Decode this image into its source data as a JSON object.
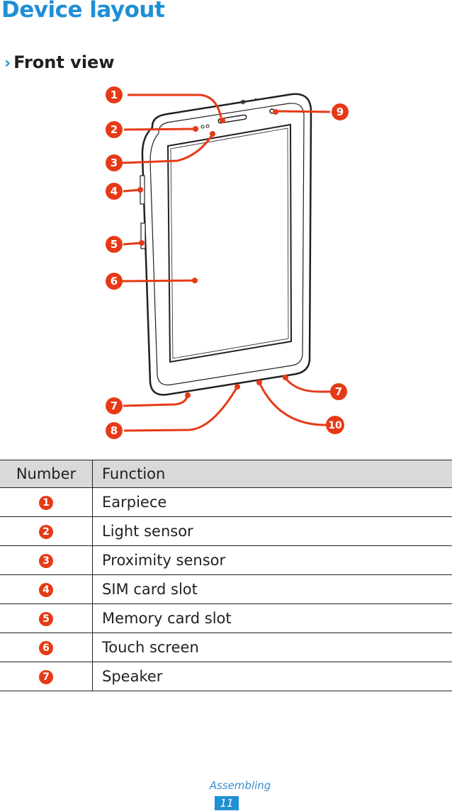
{
  "header": {
    "title": "Device layout"
  },
  "section": {
    "chevron": "›",
    "title": "Front view"
  },
  "diagram": {
    "callouts": [
      {
        "number": "1"
      },
      {
        "number": "2"
      },
      {
        "number": "3"
      },
      {
        "number": "4"
      },
      {
        "number": "5"
      },
      {
        "number": "6"
      },
      {
        "number": "7"
      },
      {
        "number": "7"
      },
      {
        "number": "8"
      },
      {
        "number": "9"
      },
      {
        "number": "10"
      }
    ]
  },
  "table": {
    "headers": {
      "number": "Number",
      "function": "Function"
    },
    "rows": [
      {
        "number": "1",
        "function": "Earpiece"
      },
      {
        "number": "2",
        "function": "Light sensor"
      },
      {
        "number": "3",
        "function": "Proximity sensor"
      },
      {
        "number": "4",
        "function": "SIM card slot"
      },
      {
        "number": "5",
        "function": "Memory card slot"
      },
      {
        "number": "6",
        "function": "Touch screen"
      },
      {
        "number": "7",
        "function": "Speaker"
      }
    ]
  },
  "footer": {
    "section_label": "Assembling",
    "page_number": "11"
  },
  "colors": {
    "accent_blue": "#1f8fd6",
    "callout_red": "#e63a16"
  }
}
